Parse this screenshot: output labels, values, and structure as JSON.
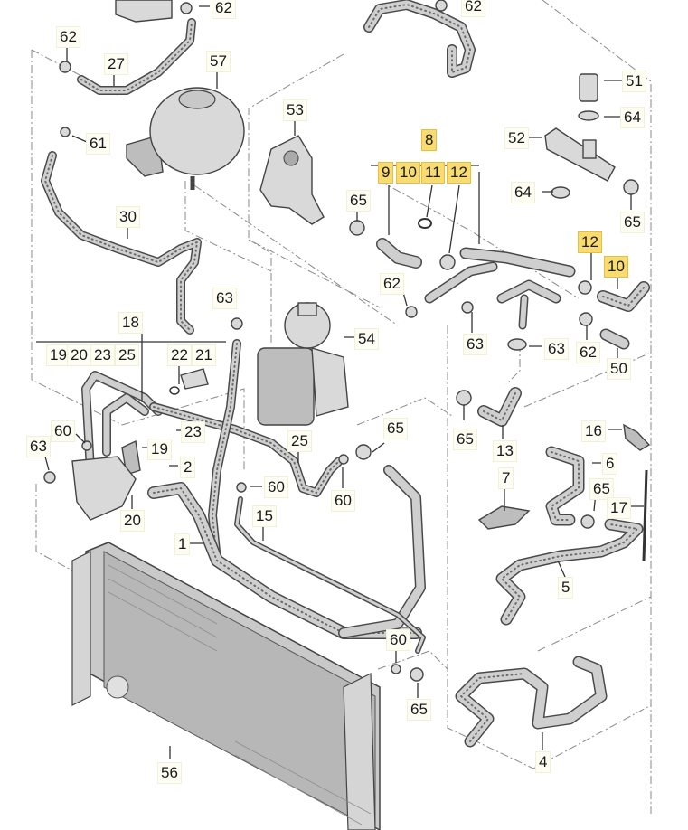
{
  "diagram": {
    "title": "Cooling system parts exploded view",
    "highlight_color": "#f8dc72",
    "label_color": "#fdfdf3",
    "callouts": [
      {
        "id": "c62a",
        "text": "62",
        "highlighted": false
      },
      {
        "id": "c62b",
        "text": "62",
        "highlighted": false
      },
      {
        "id": "c62c",
        "text": "62",
        "highlighted": false
      },
      {
        "id": "c27",
        "text": "27",
        "highlighted": false
      },
      {
        "id": "c57",
        "text": "57",
        "highlighted": false
      },
      {
        "id": "c61",
        "text": "61",
        "highlighted": false
      },
      {
        "id": "c30",
        "text": "30",
        "highlighted": false
      },
      {
        "id": "c53",
        "text": "53",
        "highlighted": false
      },
      {
        "id": "c51",
        "text": "51",
        "highlighted": false
      },
      {
        "id": "c64a",
        "text": "64",
        "highlighted": false
      },
      {
        "id": "c52",
        "text": "52",
        "highlighted": false
      },
      {
        "id": "c64b",
        "text": "64",
        "highlighted": false
      },
      {
        "id": "c65a",
        "text": "65",
        "highlighted": false
      },
      {
        "id": "c8",
        "text": "8",
        "highlighted": true
      },
      {
        "id": "c9",
        "text": "9",
        "highlighted": true
      },
      {
        "id": "c10a",
        "text": "10",
        "highlighted": true
      },
      {
        "id": "c11",
        "text": "11",
        "highlighted": true
      },
      {
        "id": "c12a",
        "text": "12",
        "highlighted": true
      },
      {
        "id": "c65b",
        "text": "65",
        "highlighted": false
      },
      {
        "id": "c12b",
        "text": "12",
        "highlighted": true
      },
      {
        "id": "c10b",
        "text": "10",
        "highlighted": true
      },
      {
        "id": "c62d",
        "text": "62",
        "highlighted": false
      },
      {
        "id": "c63a",
        "text": "63",
        "highlighted": false
      },
      {
        "id": "c63b",
        "text": "63",
        "highlighted": false
      },
      {
        "id": "c62e",
        "text": "62",
        "highlighted": false
      },
      {
        "id": "c50",
        "text": "50",
        "highlighted": false
      },
      {
        "id": "c63c",
        "text": "63",
        "highlighted": false
      },
      {
        "id": "c54",
        "text": "54",
        "highlighted": false
      },
      {
        "id": "c18",
        "text": "18",
        "highlighted": false
      },
      {
        "id": "c19",
        "text": "19",
        "highlighted": false
      },
      {
        "id": "c20a",
        "text": "20",
        "highlighted": false
      },
      {
        "id": "c23a",
        "text": "23",
        "highlighted": false
      },
      {
        "id": "c25a",
        "text": "25",
        "highlighted": false
      },
      {
        "id": "c22",
        "text": "22",
        "highlighted": false
      },
      {
        "id": "c21",
        "text": "21",
        "highlighted": false
      },
      {
        "id": "c65c",
        "text": "65",
        "highlighted": false
      },
      {
        "id": "c13",
        "text": "13",
        "highlighted": false
      },
      {
        "id": "c16",
        "text": "16",
        "highlighted": false
      },
      {
        "id": "c60a",
        "text": "60",
        "highlighted": false
      },
      {
        "id": "c63d",
        "text": "63",
        "highlighted": false
      },
      {
        "id": "c23b",
        "text": "23",
        "highlighted": false
      },
      {
        "id": "c19b",
        "text": "19",
        "highlighted": false
      },
      {
        "id": "c2",
        "text": "2",
        "highlighted": false
      },
      {
        "id": "c20b",
        "text": "20",
        "highlighted": false
      },
      {
        "id": "c25b",
        "text": "25",
        "highlighted": false
      },
      {
        "id": "c65d",
        "text": "65",
        "highlighted": false
      },
      {
        "id": "c60b",
        "text": "60",
        "highlighted": false
      },
      {
        "id": "c60c",
        "text": "60",
        "highlighted": false
      },
      {
        "id": "c7",
        "text": "7",
        "highlighted": false
      },
      {
        "id": "c6",
        "text": "6",
        "highlighted": false
      },
      {
        "id": "c65e",
        "text": "65",
        "highlighted": false
      },
      {
        "id": "c17",
        "text": "17",
        "highlighted": false
      },
      {
        "id": "c1",
        "text": "1",
        "highlighted": false
      },
      {
        "id": "c15",
        "text": "15",
        "highlighted": false
      },
      {
        "id": "c5",
        "text": "5",
        "highlighted": false
      },
      {
        "id": "c60d",
        "text": "60",
        "highlighted": false
      },
      {
        "id": "c65f",
        "text": "65",
        "highlighted": false
      },
      {
        "id": "c56",
        "text": "56",
        "highlighted": false
      },
      {
        "id": "c4",
        "text": "4",
        "highlighted": false
      }
    ],
    "parts": [
      {
        "name": "expansion-tank",
        "callout": "57"
      },
      {
        "name": "water-pump-housing",
        "callout": "53"
      },
      {
        "name": "oil-cooler-filter-housing",
        "callout": "54"
      },
      {
        "name": "coolant-flange",
        "callout": "52"
      },
      {
        "name": "radiator",
        "callout": "56"
      },
      {
        "name": "coolant-pipe",
        "callout": "15"
      },
      {
        "name": "sensor",
        "callout": "21"
      },
      {
        "name": "cable-tie",
        "callout": "17"
      }
    ]
  }
}
